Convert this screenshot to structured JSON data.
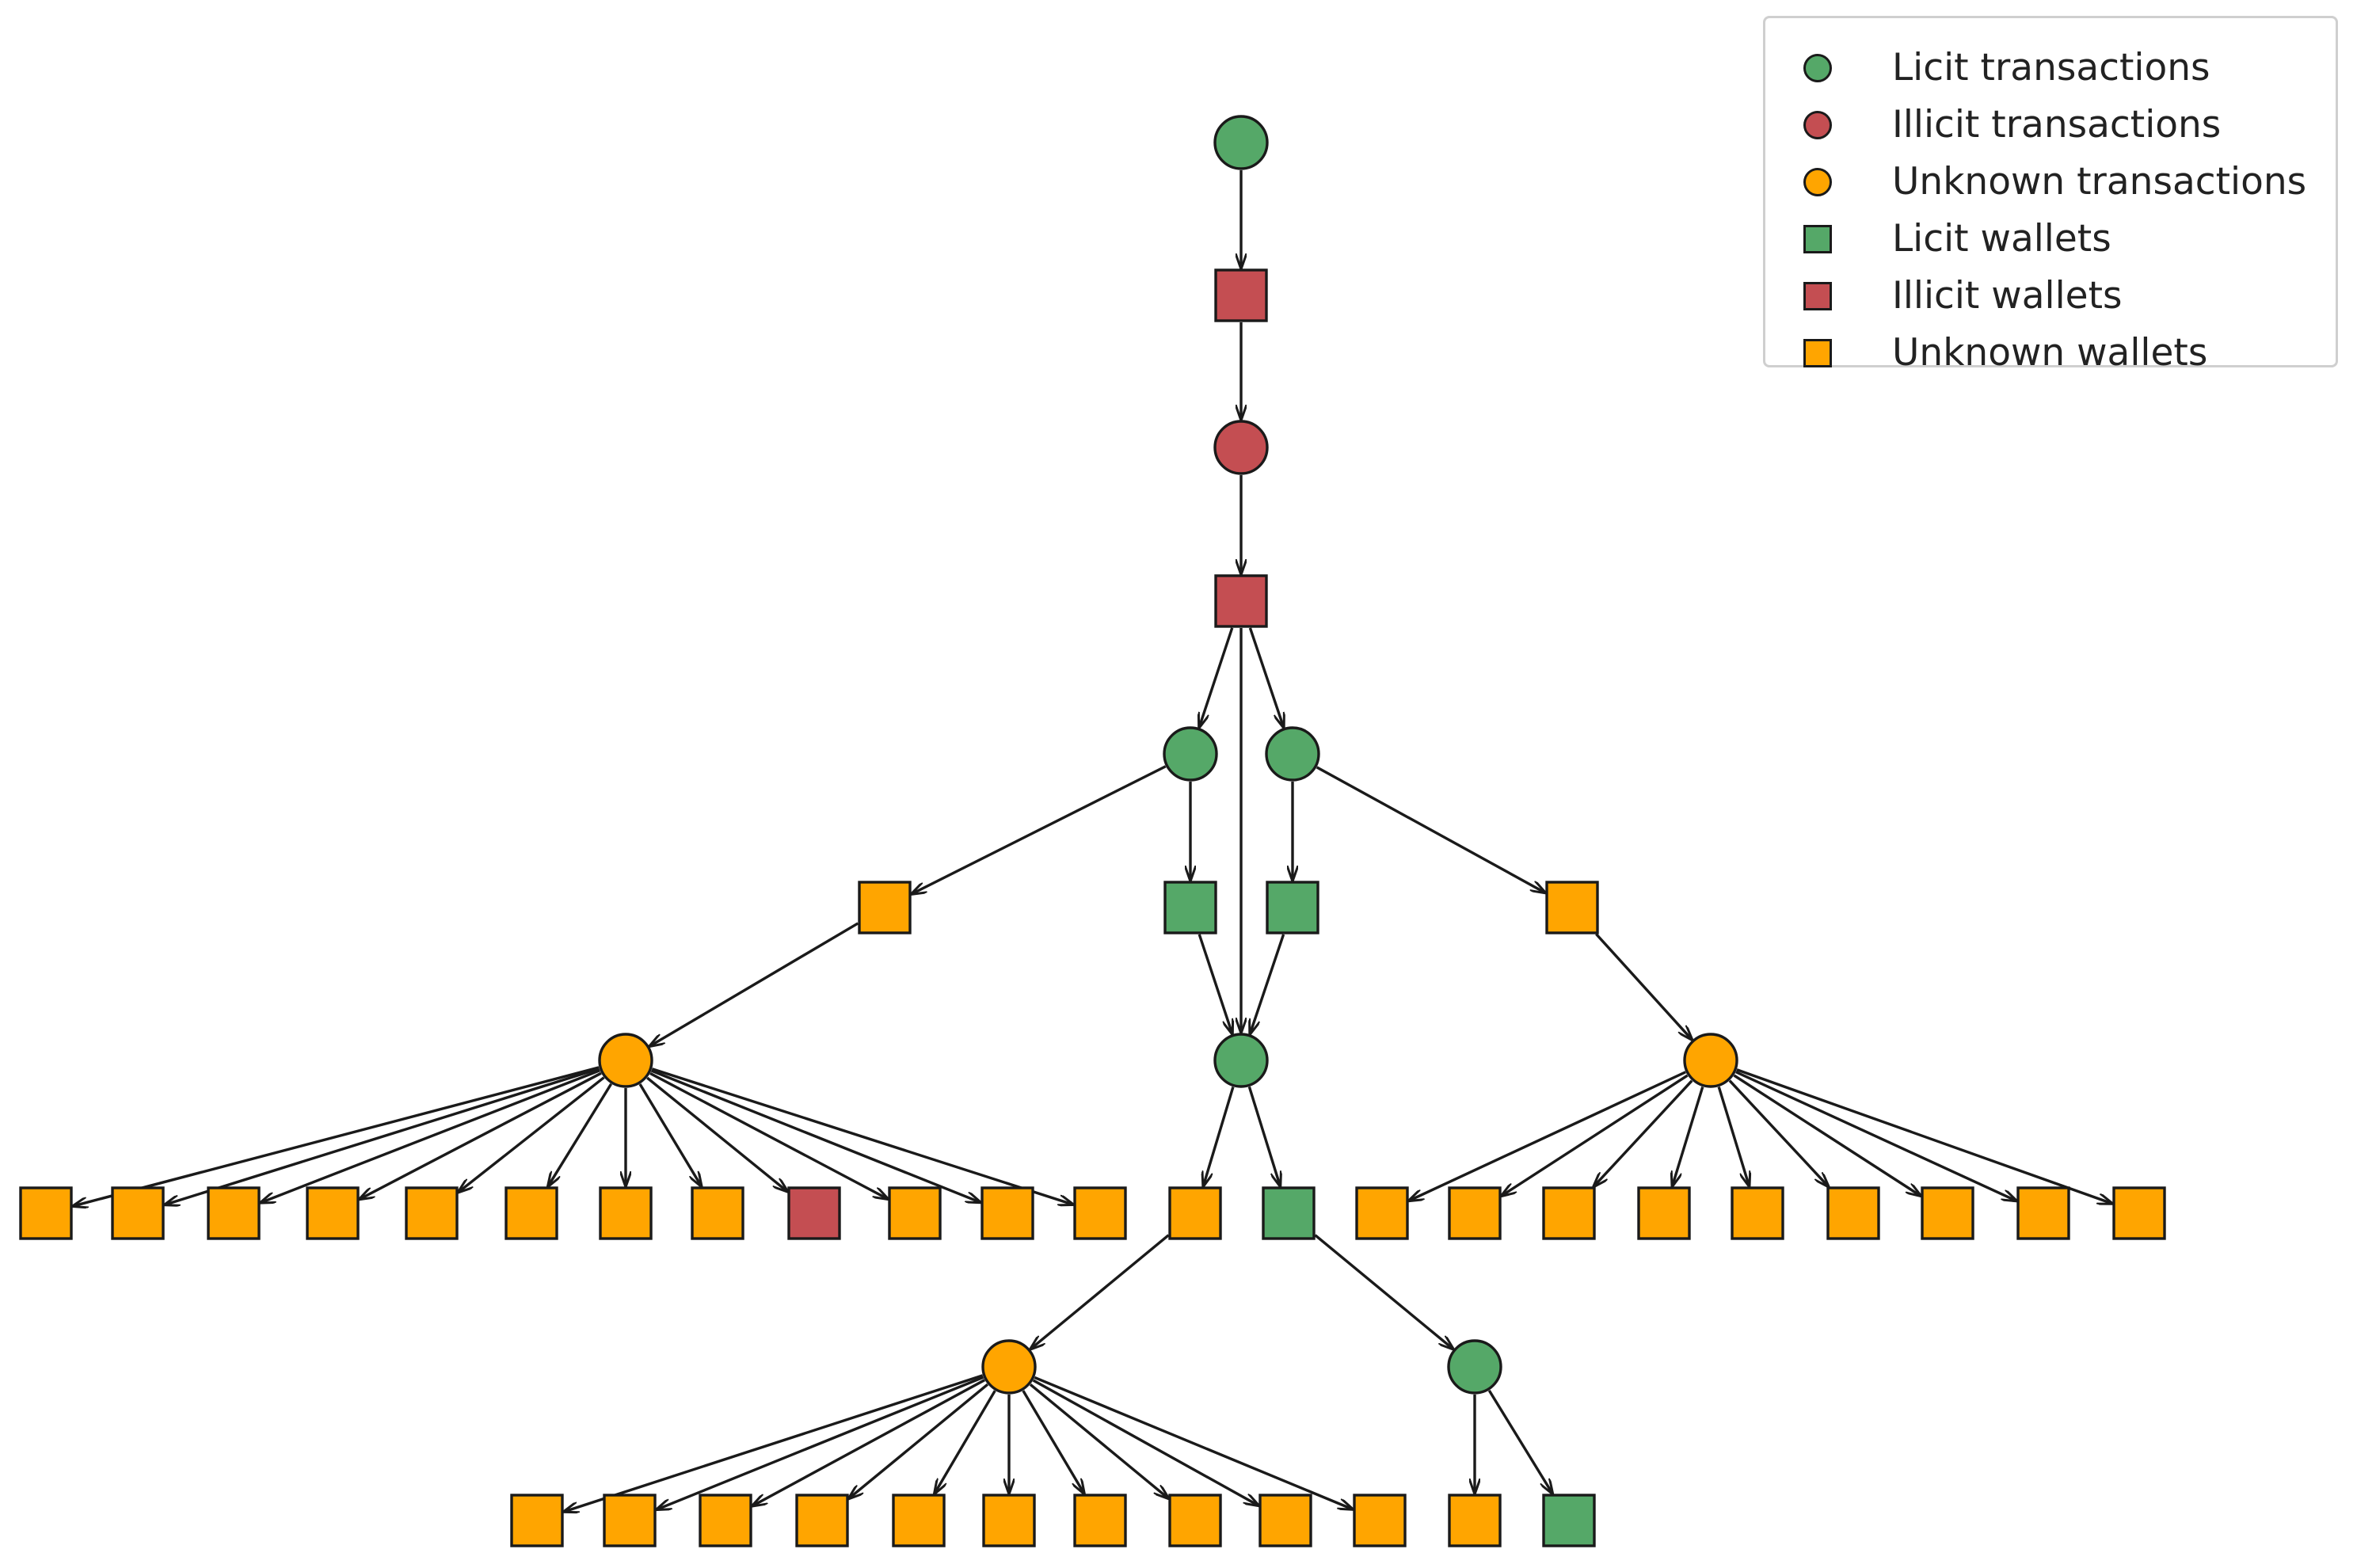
{
  "colors": {
    "licit": "#55a868",
    "illicit": "#c44e52",
    "unknown": "#ffa500",
    "edge": "#1a1a1a"
  },
  "legend": {
    "items": [
      {
        "label": "Licit transactions",
        "shape": "circle",
        "status": "licit"
      },
      {
        "label": "Illicit transactions",
        "shape": "circle",
        "status": "illicit"
      },
      {
        "label": "Unknown transactions",
        "shape": "circle",
        "status": "unknown"
      },
      {
        "label": "Licit wallets",
        "shape": "square",
        "status": "licit"
      },
      {
        "label": "Illicit wallets",
        "shape": "square",
        "status": "illicit"
      },
      {
        "label": "Unknown wallets",
        "shape": "square",
        "status": "unknown"
      }
    ]
  },
  "graph": {
    "nodes": [
      {
        "id": "t1",
        "type": "transaction",
        "status": "licit"
      },
      {
        "id": "w1",
        "type": "wallet",
        "status": "illicit"
      },
      {
        "id": "t2",
        "type": "transaction",
        "status": "illicit"
      },
      {
        "id": "w2",
        "type": "wallet",
        "status": "illicit"
      },
      {
        "id": "t3",
        "type": "transaction",
        "status": "licit"
      },
      {
        "id": "t4",
        "type": "transaction",
        "status": "licit"
      },
      {
        "id": "w3",
        "type": "wallet",
        "status": "unknown"
      },
      {
        "id": "w4",
        "type": "wallet",
        "status": "licit"
      },
      {
        "id": "w5",
        "type": "wallet",
        "status": "licit"
      },
      {
        "id": "w6",
        "type": "wallet",
        "status": "unknown"
      },
      {
        "id": "t5",
        "type": "transaction",
        "status": "unknown"
      },
      {
        "id": "t6",
        "type": "transaction",
        "status": "licit"
      },
      {
        "id": "t7",
        "type": "transaction",
        "status": "unknown"
      },
      {
        "id": "a1",
        "type": "wallet",
        "status": "unknown"
      },
      {
        "id": "a2",
        "type": "wallet",
        "status": "unknown"
      },
      {
        "id": "a3",
        "type": "wallet",
        "status": "unknown"
      },
      {
        "id": "a4",
        "type": "wallet",
        "status": "unknown"
      },
      {
        "id": "a5",
        "type": "wallet",
        "status": "unknown"
      },
      {
        "id": "a6",
        "type": "wallet",
        "status": "unknown"
      },
      {
        "id": "a7",
        "type": "wallet",
        "status": "unknown"
      },
      {
        "id": "a8",
        "type": "wallet",
        "status": "unknown"
      },
      {
        "id": "a9",
        "type": "wallet",
        "status": "illicit"
      },
      {
        "id": "a10",
        "type": "wallet",
        "status": "unknown"
      },
      {
        "id": "a11",
        "type": "wallet",
        "status": "unknown"
      },
      {
        "id": "a12",
        "type": "wallet",
        "status": "unknown"
      },
      {
        "id": "m1",
        "type": "wallet",
        "status": "unknown"
      },
      {
        "id": "m2",
        "type": "wallet",
        "status": "licit"
      },
      {
        "id": "b1",
        "type": "wallet",
        "status": "unknown"
      },
      {
        "id": "b2",
        "type": "wallet",
        "status": "unknown"
      },
      {
        "id": "b3",
        "type": "wallet",
        "status": "unknown"
      },
      {
        "id": "b4",
        "type": "wallet",
        "status": "unknown"
      },
      {
        "id": "b5",
        "type": "wallet",
        "status": "unknown"
      },
      {
        "id": "b6",
        "type": "wallet",
        "status": "unknown"
      },
      {
        "id": "b7",
        "type": "wallet",
        "status": "unknown"
      },
      {
        "id": "b8",
        "type": "wallet",
        "status": "unknown"
      },
      {
        "id": "b9",
        "type": "wallet",
        "status": "unknown"
      },
      {
        "id": "t8",
        "type": "transaction",
        "status": "unknown"
      },
      {
        "id": "t9",
        "type": "transaction",
        "status": "licit"
      },
      {
        "id": "c1",
        "type": "wallet",
        "status": "unknown"
      },
      {
        "id": "c2",
        "type": "wallet",
        "status": "unknown"
      },
      {
        "id": "c3",
        "type": "wallet",
        "status": "unknown"
      },
      {
        "id": "c4",
        "type": "wallet",
        "status": "unknown"
      },
      {
        "id": "c5",
        "type": "wallet",
        "status": "unknown"
      },
      {
        "id": "c6",
        "type": "wallet",
        "status": "unknown"
      },
      {
        "id": "c7",
        "type": "wallet",
        "status": "unknown"
      },
      {
        "id": "c8",
        "type": "wallet",
        "status": "unknown"
      },
      {
        "id": "c9",
        "type": "wallet",
        "status": "unknown"
      },
      {
        "id": "c10",
        "type": "wallet",
        "status": "unknown"
      },
      {
        "id": "d1",
        "type": "wallet",
        "status": "unknown"
      },
      {
        "id": "d2",
        "type": "wallet",
        "status": "licit"
      }
    ],
    "edges": [
      [
        "t1",
        "w1"
      ],
      [
        "w1",
        "t2"
      ],
      [
        "t2",
        "w2"
      ],
      [
        "w2",
        "t3"
      ],
      [
        "w2",
        "t4"
      ],
      [
        "w2",
        "t6"
      ],
      [
        "t3",
        "w3"
      ],
      [
        "t3",
        "w4"
      ],
      [
        "t4",
        "w5"
      ],
      [
        "t4",
        "w6"
      ],
      [
        "w3",
        "t5"
      ],
      [
        "w4",
        "t6"
      ],
      [
        "w5",
        "t6"
      ],
      [
        "w6",
        "t7"
      ],
      [
        "t5",
        "a1"
      ],
      [
        "t5",
        "a2"
      ],
      [
        "t5",
        "a3"
      ],
      [
        "t5",
        "a4"
      ],
      [
        "t5",
        "a5"
      ],
      [
        "t5",
        "a6"
      ],
      [
        "t5",
        "a7"
      ],
      [
        "t5",
        "a8"
      ],
      [
        "t5",
        "a9"
      ],
      [
        "t5",
        "a10"
      ],
      [
        "t5",
        "a11"
      ],
      [
        "t5",
        "a12"
      ],
      [
        "t6",
        "m1"
      ],
      [
        "t6",
        "m2"
      ],
      [
        "t7",
        "b1"
      ],
      [
        "t7",
        "b2"
      ],
      [
        "t7",
        "b3"
      ],
      [
        "t7",
        "b4"
      ],
      [
        "t7",
        "b5"
      ],
      [
        "t7",
        "b6"
      ],
      [
        "t7",
        "b7"
      ],
      [
        "t7",
        "b8"
      ],
      [
        "t7",
        "b9"
      ],
      [
        "m1",
        "t8"
      ],
      [
        "m2",
        "t9"
      ],
      [
        "t8",
        "c1"
      ],
      [
        "t8",
        "c2"
      ],
      [
        "t8",
        "c3"
      ],
      [
        "t8",
        "c4"
      ],
      [
        "t8",
        "c5"
      ],
      [
        "t8",
        "c6"
      ],
      [
        "t8",
        "c7"
      ],
      [
        "t8",
        "c8"
      ],
      [
        "t8",
        "c9"
      ],
      [
        "t8",
        "c10"
      ],
      [
        "t9",
        "d1"
      ],
      [
        "t9",
        "d2"
      ]
    ]
  }
}
